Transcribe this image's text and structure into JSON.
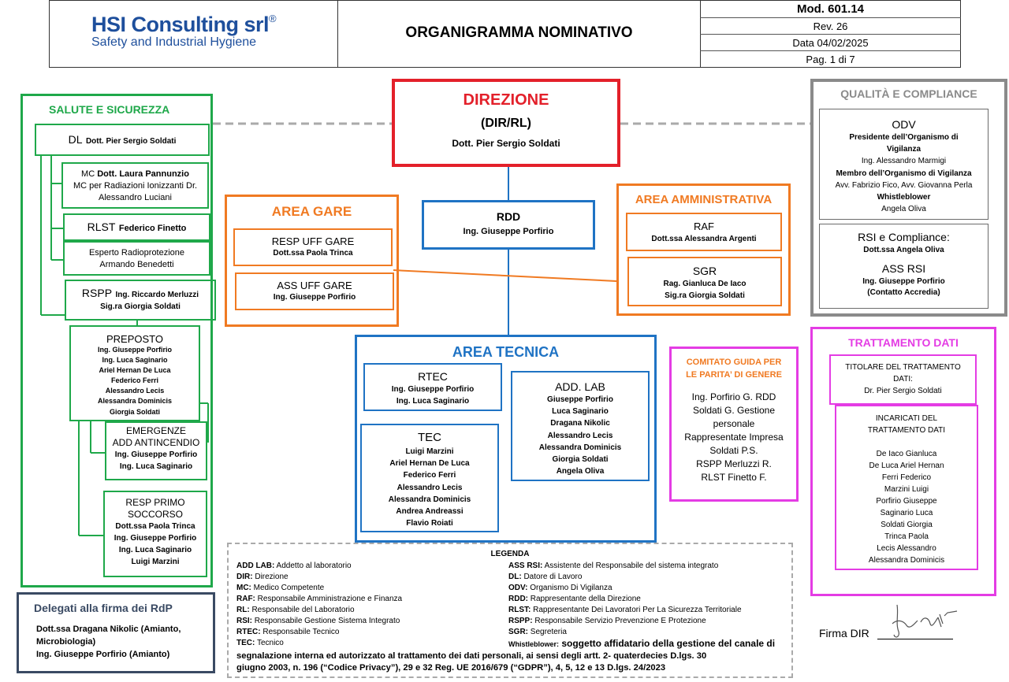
{
  "header": {
    "logo_main": "HSI Consulting srl",
    "logo_reg": "®",
    "logo_sub": "Safety and Industrial Hygiene",
    "title": "ORGANIGRAMMA NOMINATIVO",
    "mod": "Mod. 601.14",
    "rev": "Rev. 26",
    "date": "Data 04/02/2025",
    "page": "Pag. 1 di 7"
  },
  "colors": {
    "green": "#1fa84a",
    "orange": "#f07a22",
    "blue": "#1f73c4",
    "red": "#e3202a",
    "gray": "#8a8a8a",
    "magenta": "#e43ce4",
    "navy": "#3a4a63"
  },
  "salute": {
    "title": "SALUTE E SICUREZZA",
    "dl_role": "DL",
    "dl_name": "Dott. Pier Sergio Soldati",
    "mc_line1_role": "MC",
    "mc_line1_name": "Dott. Laura Pannunzio",
    "mc_line2": "MC per Radiazioni Ionizzanti Dr.",
    "mc_line3": "Alessandro Luciani",
    "rlst_role": "RLST",
    "rlst_name": "Federico Finetto",
    "esperto_line1": "Esperto Radioprotezione",
    "esperto_line2": "Armando Benedetti",
    "rspp_role": "RSPP",
    "rspp_name": "Ing. Riccardo Merluzzi",
    "rspp_name2": "Sig.ra Giorgia Soldati",
    "preposto_title": "PREPOSTO",
    "preposto": [
      "Ing. Giuseppe Porfirio",
      "Ing. Luca Saginario",
      "Ariel Hernan De Luca",
      "Federico Ferri",
      "Alessandro Lecis",
      "Alessandra Dominicis",
      "Giorgia Soldati"
    ],
    "emergenze_title1": "EMERGENZE",
    "emergenze_title2": "ADD ANTINCENDIO",
    "emergenze": [
      "Ing. Giuseppe Porfirio",
      "Ing. Luca Saginario"
    ],
    "soccorso_title1": "RESP PRIMO",
    "soccorso_title2": "SOCCORSO",
    "soccorso": [
      "Dott.ssa Paola Trinca",
      "Ing. Giuseppe Porfirio",
      "Ing. Luca Saginario",
      "Luigi Marzini"
    ]
  },
  "delegati": {
    "title": "Delegati alla firma dei RdP",
    "lines": [
      "Dott.ssa Dragana Nikolic (Amianto,",
      "Microbiologia)",
      "Ing. Giuseppe Porfirio (Amianto)"
    ]
  },
  "direzione": {
    "title": "DIREZIONE",
    "sub": "(DIR/RL)",
    "name": "Dott. Pier Sergio Soldati"
  },
  "rdd": {
    "title": "RDD",
    "name": "Ing. Giuseppe Porfirio"
  },
  "gare": {
    "title": "AREA GARE",
    "resp_title": "RESP UFF GARE",
    "resp_name": "Dott.ssa Paola Trinca",
    "ass_title": "ASS UFF GARE",
    "ass_name": "Ing. Giuseppe Porfirio"
  },
  "amm": {
    "title": "AREA AMMINISTRATIVA",
    "raf_title": "RAF",
    "raf_name": "Dott.ssa Alessandra Argenti",
    "sgr_title": "SGR",
    "sgr_names": [
      "Rag. Gianluca De Iaco",
      "Sig.ra Giorgia Soldati"
    ]
  },
  "tecnica": {
    "title": "AREA TECNICA",
    "rtec_title": "RTEC",
    "rtec_names": [
      "Ing. Giuseppe Porfirio",
      "Ing. Luca Saginario"
    ],
    "tec_title": "TEC",
    "tec_names": [
      "Luigi Marzini",
      "Ariel Hernan De Luca",
      "Federico Ferri",
      "Alessandro Lecis",
      "Alessandra Dominicis",
      "Andrea Andreassi",
      "Flavio Roiati"
    ],
    "add_title": "ADD. LAB",
    "add_names": [
      "Giuseppe Porfirio",
      "Luca Saginario",
      "Dragana Nikolic",
      "Alessandro Lecis",
      "Alessandra Dominicis",
      "Giorgia Soldati",
      "Angela Oliva"
    ]
  },
  "qualita": {
    "title": "QUALITÀ E COMPLIANCE",
    "odv_title": "ODV",
    "odv_lines": [
      {
        "text": "Presidente dell’Organismo di",
        "bold": true
      },
      {
        "text": "Vigilanza",
        "bold": true
      },
      {
        "text": "Ing. Alessandro Marmigi",
        "bold": false
      },
      {
        "text": "Membro dell’Organismo di Vigilanza",
        "bold": true
      },
      {
        "text": "Avv. Fabrizio Fico, Avv. Giovanna Perla",
        "bold": false
      },
      {
        "text": "Whistleblower",
        "bold": true
      },
      {
        "text": "Angela Oliva",
        "bold": false
      }
    ],
    "rsi_title": "RSI e Compliance:",
    "rsi_name": "Dott.ssa Angela Oliva",
    "assrsi_title": "ASS RSI",
    "assrsi_name": "Ing. Giuseppe Porfirio",
    "assrsi_note": "(Contatto Accredia)"
  },
  "comitato": {
    "title1": "COMITATO GUIDA PER",
    "title2": "LE PARITA’ DI GENERE",
    "lines": [
      "Ing. Porfirio G. RDD",
      "Soldati G. Gestione",
      "personale",
      "Rappresentate Impresa",
      "Soldati P.S.",
      "RSPP Merluzzi R.",
      "RLST Finetto F."
    ]
  },
  "trattamento": {
    "title": "TRATTAMENTO DATI",
    "titolare_lines": [
      "TITOLARE DEL TRATTAMENTO",
      "DATI:",
      "Dr. Pier Sergio Soldati"
    ],
    "incaricati_title1": "INCARICATI DEL",
    "incaricati_title2": "TRATTAMENTO DATI",
    "incaricati": [
      "De Iaco Gianluca",
      "De Luca Ariel Hernan",
      "Ferri Federico",
      "Marzini Luigi",
      "Porfirio Giuseppe",
      "Saginario Luca",
      "Soldati Giorgia",
      "Trinca Paola",
      "Lecis Alessandro",
      "Alessandra Dominicis"
    ]
  },
  "legenda": {
    "title": "LEGENDA",
    "left": [
      {
        "abbr": "ADD LAB:",
        "desc": " Addetto al laboratorio"
      },
      {
        "abbr": "DIR:",
        "desc": " Direzione"
      },
      {
        "abbr": "MC:",
        "desc": " Medico Competente"
      },
      {
        "abbr": "RAF:",
        "desc": " Responsabile Amministrazione e Finanza"
      },
      {
        "abbr": "RL:",
        "desc": " Responsabile del Laboratorio"
      },
      {
        "abbr": "RSI:",
        "desc": " Responsabile Gestione Sistema Integrato"
      },
      {
        "abbr": "RTEC:",
        "desc": " Responsabile Tecnico"
      },
      {
        "abbr": "TEC:",
        "desc": " Tecnico"
      }
    ],
    "right": [
      {
        "abbr": "ASS RSI:",
        "desc": " Assistente del Responsabile del sistema integrato"
      },
      {
        "abbr": "DL:",
        "desc": " Datore di Lavoro"
      },
      {
        "abbr": "ODV:",
        "desc": " Organismo Di Vigilanza"
      },
      {
        "abbr": "RDD:",
        "desc": " Rappresentante della Direzione"
      },
      {
        "abbr": "RLST:",
        "desc": " Rappresentante Dei Lavoratori Per La Sicurezza Territoriale"
      },
      {
        "abbr": "RSPP:",
        "desc": " Responsabile Servizio Prevenzione E Protezione"
      },
      {
        "abbr": "SGR:",
        "desc": " Segreteria"
      }
    ],
    "wb_abbr": "Whistleblower:",
    "wb_desc1": " soggetto affidatario della gestione del canale di",
    "wb_desc2": "segnalazione interna ed autorizzato al trattamento dei dati personali, ai sensi degli artt. 2- quaterdecies D.lgs. 30",
    "wb_desc3": "giugno 2003, n. 196 (“Codice Privacy”), 29 e 32 Reg. UE 2016/679 (“GDPR”), 4, 5, 12 e 13 D.lgs. 24/2023"
  },
  "firma": {
    "label": "Firma DIR"
  }
}
